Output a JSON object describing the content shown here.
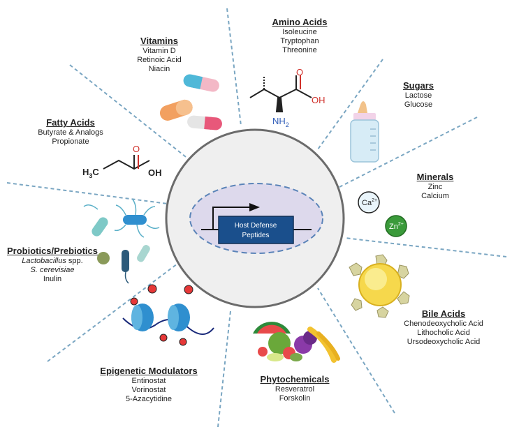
{
  "center": {
    "gene": "Host Defense",
    "gene2": "Peptides"
  },
  "categories": {
    "amino_acids": {
      "title": "Amino Acids",
      "items": [
        "Isoleucine",
        "Tryptophan",
        "Threonine"
      ]
    },
    "vitamins": {
      "title": "Vitamins",
      "items": [
        "Vitamin D",
        "Retinoic Acid",
        "Niacin"
      ]
    },
    "sugars": {
      "title": "Sugars",
      "items": [
        "Lactose",
        "Glucose"
      ]
    },
    "fatty_acids": {
      "title": "Fatty Acids",
      "items": [
        "Butyrate & Analogs",
        "Propionate"
      ]
    },
    "minerals": {
      "title": "Minerals",
      "items": [
        "Zinc",
        "Calcium"
      ]
    },
    "probiotics": {
      "title": "Probiotics/Prebiotics",
      "items": [
        "Lactobacillus",
        " spp.",
        "S. cerevisiae",
        "Inulin"
      ]
    },
    "bile_acids": {
      "title": "Bile Acids",
      "items": [
        "Chenodeoxycholic Acid",
        "Lithocholic Acid",
        "Ursodeoxycholic Acid"
      ]
    },
    "epigenetic": {
      "title": "Epigenetic Modulators",
      "items": [
        "Entinostat",
        "Vorinostat",
        "5-Azacytidine"
      ]
    },
    "phytochemicals": {
      "title": "Phytochemicals",
      "items": [
        "Resveratrol",
        "Forskolin"
      ]
    }
  },
  "chem": {
    "o": "O",
    "oh": "OH",
    "nh": "NH",
    "nh_sub": "2",
    "h3c": "H",
    "h3c_sub": "3",
    "h3c_c": "C",
    "ca": "Ca",
    "ca_sup": "2+",
    "zn": "Zn",
    "zn_sup": "2+"
  },
  "colors": {
    "divider": "#8fb8d0",
    "circle_fill": "#efefef",
    "circle_stroke": "#6b6b6b",
    "oval_fill": "#ddd9ec",
    "oval_stroke": "#5b84b8",
    "gene_box": "#1a4f8c",
    "oxygen": "#d0302a",
    "nitrogen": "#2f5cb8",
    "mineral_green": "#3a9a3a"
  }
}
